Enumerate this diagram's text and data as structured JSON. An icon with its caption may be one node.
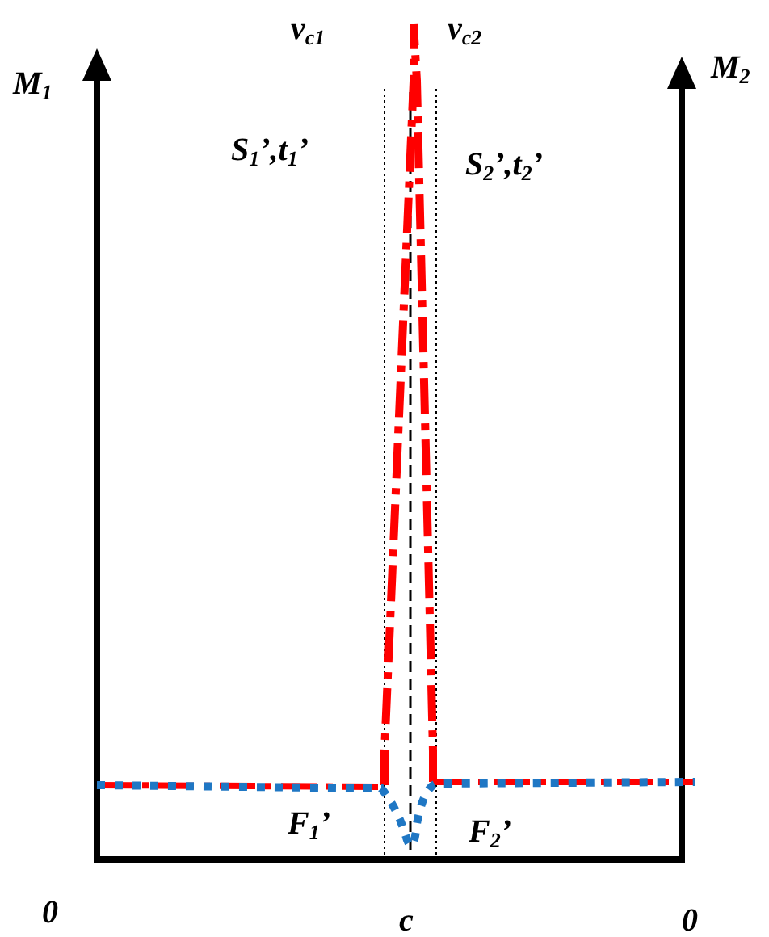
{
  "diagram": {
    "labels": [
      "M$_{1}$",
      "v$_{c1}$",
      "v$_{c2}$",
      "M$_{2}$",
      "S$_{1}$’,t$_{1}$’",
      "S$_{2}$’,t$_{2}$’",
      "F$_{1}$’",
      "F$_{2}$’",
      "0",
      "c",
      "0"
    ]
  }
}
